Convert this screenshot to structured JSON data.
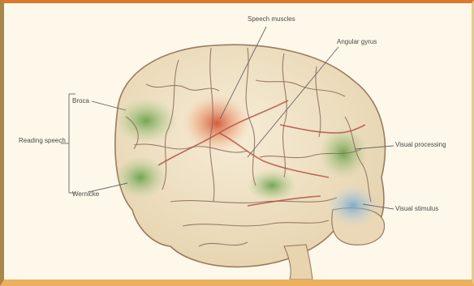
{
  "labels": {
    "top_left": "Speech muscles",
    "top_right": "Angular gyrus",
    "upper": "Broca",
    "side": "Reading speech",
    "lower": "Wernicke",
    "right_upper": "Visual processing",
    "right_lower": "Visual stimulus"
  },
  "colors": {
    "border_top": "#d9792c",
    "border_bottom": "#ebb15e",
    "border_left": "#a8874a",
    "background": "#fdf8ea",
    "cortex": "#efe3c7",
    "sulci": "#8b6a5a",
    "vessels": "#b04a3c",
    "active_green": "#6fa24f",
    "active_red": "#d7683f",
    "active_blue": "#8fb8d8"
  }
}
